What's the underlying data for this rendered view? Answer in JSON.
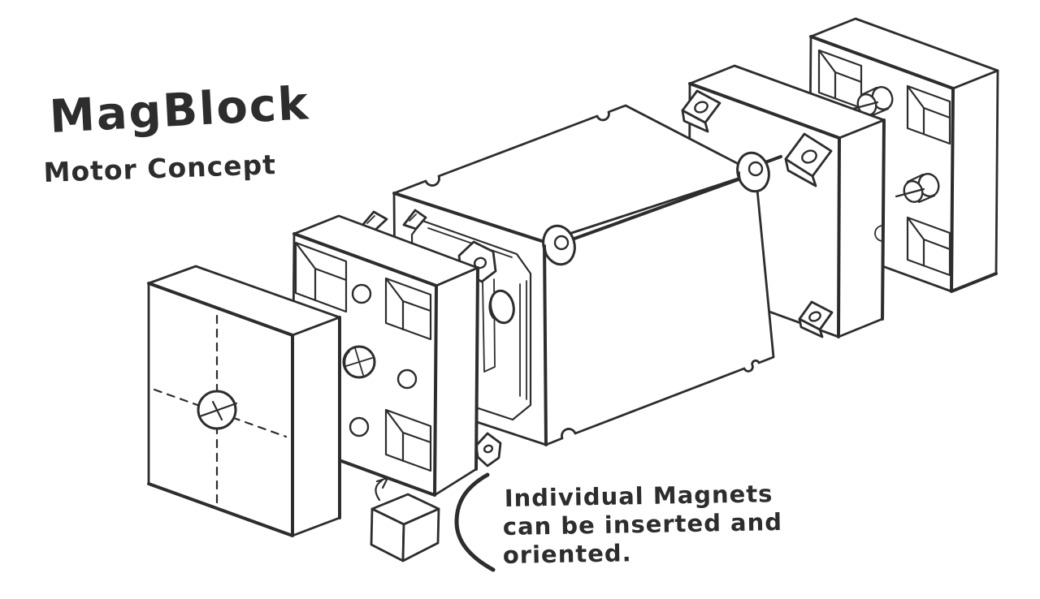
{
  "title": {
    "line1": "MagBlock",
    "line2": "Motor Concept"
  },
  "annotation": {
    "line1": "Individual Magnets",
    "line2": "can be inserted and",
    "line3": "oriented."
  },
  "colors": {
    "ink": "#2d2d2d",
    "paper": "#ffffff"
  }
}
